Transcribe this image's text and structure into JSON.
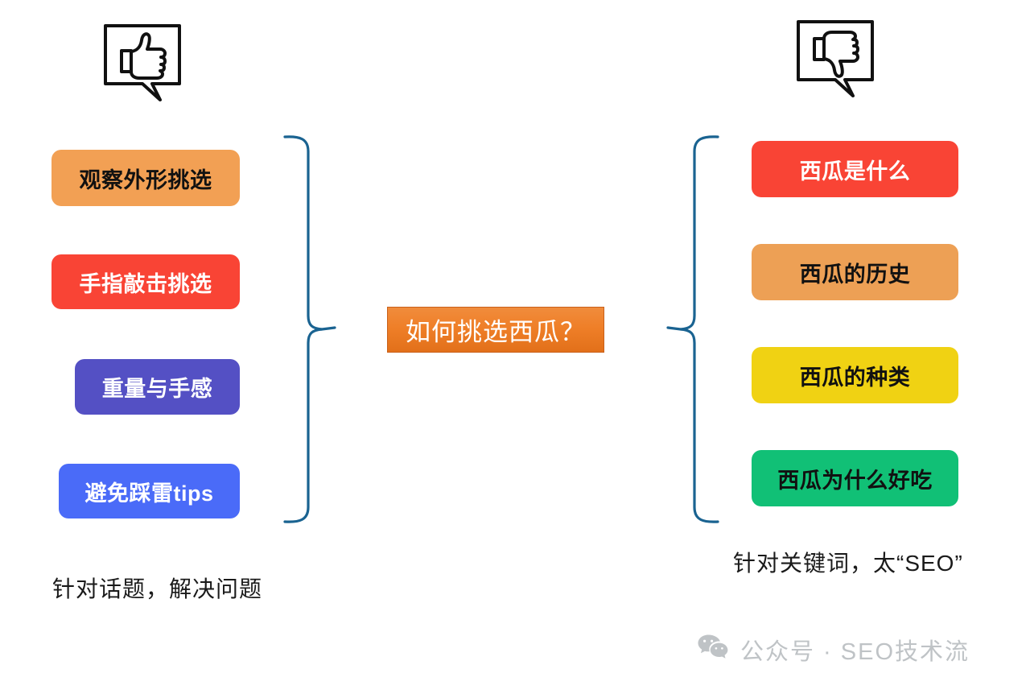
{
  "background": "#ffffff",
  "icons": {
    "good": {
      "name": "thumbs-up-speech-bubble-icon",
      "stroke": "#111111"
    },
    "bad": {
      "name": "thumbs-down-speech-bubble-icon",
      "stroke": "#111111"
    }
  },
  "center": {
    "label": "如何挑选西瓜？",
    "bg_start": "#f08c3c",
    "bg_end": "#e2701a",
    "border": "#c9601a",
    "text_color": "#ffffff"
  },
  "brackets": {
    "color": "#1a6391",
    "left_name": "left-curly-brace",
    "right_name": "right-curly-brace"
  },
  "left_group": {
    "caption": "针对话题，解决问题",
    "items": [
      {
        "label": "观察外形挑选",
        "bg": "#f2a054",
        "color": "#111111"
      },
      {
        "label": "手指敲击挑选",
        "bg": "#f94435",
        "color": "#ffffff"
      },
      {
        "label": "重量与手感",
        "bg": "#5450c4",
        "color": "#ffffff"
      },
      {
        "label": "避免踩雷tips",
        "bg": "#4a6bf8",
        "color": "#ffffff"
      }
    ]
  },
  "right_group": {
    "caption": "针对关键词，太“SEO”",
    "items": [
      {
        "label": "西瓜是什么",
        "bg": "#f94435",
        "color": "#ffffff"
      },
      {
        "label": "西瓜的历史",
        "bg": "#eda055",
        "color": "#111111"
      },
      {
        "label": "西瓜的种类",
        "bg": "#f0d213",
        "color": "#111111"
      },
      {
        "label": "西瓜为什么好吃",
        "bg": "#11c076",
        "color": "#111111"
      }
    ]
  },
  "footer": {
    "icon": "wechat-icon",
    "text": "公众号 · SEO技术流",
    "color": "#bfc3c6"
  }
}
